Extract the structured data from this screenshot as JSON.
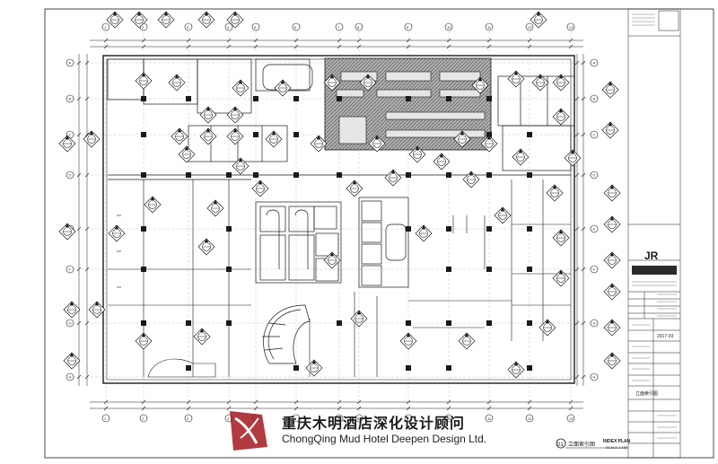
{
  "plan": {
    "title": "INDEX PLAN",
    "scale": "SCALE 1:150",
    "drawing_no": "01",
    "drawing_title_cn": "立面索引图",
    "title_block_title": "立面索引图"
  },
  "company": {
    "name_cn": "重庆木明酒店深化设计顾问",
    "name_en": "ChongQing Mud Hotel Deepen Design Ltd."
  },
  "title_block": {
    "logo_text": "JR",
    "date_label": "2017-03"
  },
  "grid_numbers": [
    "1",
    "2",
    "3",
    "4",
    "5",
    "6",
    "7",
    "8",
    "9",
    "10",
    "11",
    "12",
    "13"
  ],
  "grid_letters": [
    "A",
    "B",
    "C",
    "D",
    "E",
    "F",
    "G",
    "H"
  ],
  "colors": {
    "line": "#1a1a1a",
    "kitchen_hatch": "#8a8a8a",
    "brand_red": "#a3191f"
  }
}
